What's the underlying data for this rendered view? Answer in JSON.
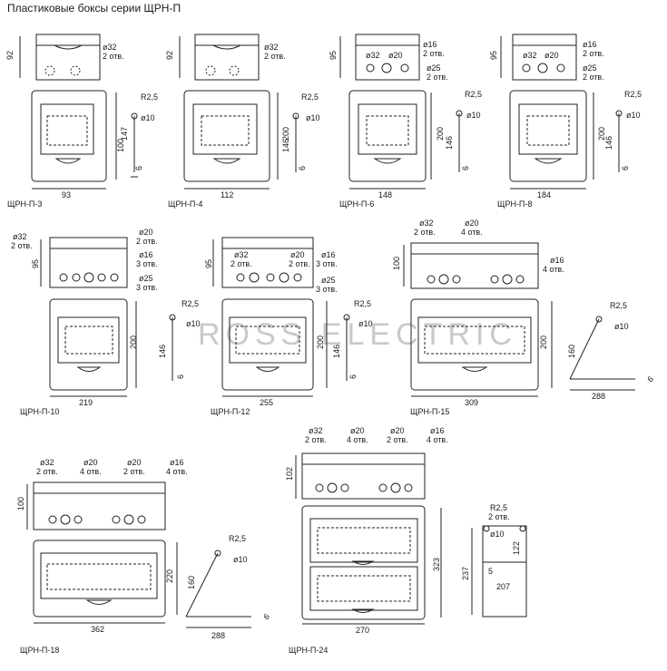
{
  "title": "Пластиковые боксы серии ЩРН-П",
  "watermark": "ROSS ELECTRIC",
  "boxes": [
    {
      "name": "ЩРН-П-3",
      "width": "93",
      "height": "147",
      "depth": "92",
      "mount_vertical": "100",
      "mount_gap": "6",
      "callouts": [
        "ø32",
        "2 отв."
      ]
    },
    {
      "name": "ЩРН-П-4",
      "width": "112",
      "height": "200",
      "depth": "92",
      "mount_vertical": "146",
      "mount_gap": "6",
      "callouts": [
        "ø32",
        "2 отв."
      ]
    },
    {
      "name": "ЩРН-П-6",
      "width": "148",
      "height": "200",
      "depth": "95",
      "mount_vertical": "146",
      "mount_gap": "6",
      "callouts": [
        "ø16",
        "2 отв.",
        "ø32",
        "ø20",
        "ø25",
        "2 отв."
      ]
    },
    {
      "name": "ЩРН-П-8",
      "width": "184",
      "height": "200",
      "depth": "95",
      "mount_vertical": "146",
      "mount_gap": "6",
      "callouts": [
        "ø16",
        "2 отв.",
        "ø32",
        "ø20",
        "ø25",
        "2 отв."
      ]
    },
    {
      "name": "ЩРН-П-10",
      "width": "219",
      "height": "200",
      "depth": "95",
      "mount_vertical": "146",
      "mount_gap": "6",
      "callouts": [
        "ø32",
        "2 отв.",
        "ø20",
        "2 отв.",
        "ø16",
        "3 отв.",
        "ø25",
        "3 отв."
      ]
    },
    {
      "name": "ЩРН-П-12",
      "width": "255",
      "height": "200",
      "depth": "95",
      "mount_vertical": "146",
      "mount_gap": "6",
      "callouts": [
        "ø32",
        "2 отв.",
        "ø20",
        "2 отв.",
        "ø16",
        "3 отв.",
        "ø25",
        "3 отв."
      ]
    },
    {
      "name": "ЩРН-П-15",
      "width": "309",
      "height": "200",
      "depth": "100",
      "mount_vertical": "160",
      "mount_width": "288",
      "mount_gap": "6",
      "callouts": [
        "ø32",
        "2 отв.",
        "ø20",
        "4 отв.",
        "ø16",
        "4 отв."
      ]
    },
    {
      "name": "ЩРН-П-18",
      "width": "362",
      "height": "220",
      "depth": "100",
      "mount_vertical": "160",
      "mount_width": "288",
      "mount_gap": "6",
      "callouts": [
        "ø32",
        "2 отв.",
        "ø20",
        "4 отв.",
        "ø20",
        "2 отв.",
        "ø16",
        "4 отв."
      ]
    },
    {
      "name": "ЩРН-П-24",
      "width": "270",
      "height": "323",
      "depth": "102",
      "mount_vertical": "237",
      "mount_inner": "122",
      "mount_width": "207",
      "mount_gap": "5",
      "callouts": [
        "ø32",
        "2 отв.",
        "ø20",
        "4 отв.",
        "ø20",
        "2 отв.",
        "ø16",
        "4 отв."
      ]
    }
  ],
  "mount_labels": {
    "r": "R2,5",
    "r_count": "2 отв.",
    "hole": "ø10"
  }
}
